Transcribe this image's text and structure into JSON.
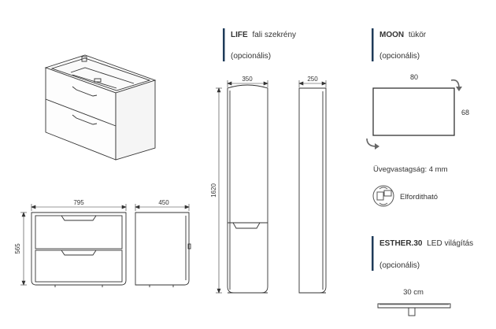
{
  "life": {
    "name": "LIFE",
    "desc": "fali szekrény",
    "option": "(opcionális)",
    "width_dim": "350",
    "depth_dim": "250",
    "height_dim": "1620"
  },
  "moon": {
    "name": "MOON",
    "desc": "tükör",
    "option": "(opcionális)",
    "width_dim": "80",
    "height_dim": "68",
    "glass_thickness": "Üvegvastagság: 4 mm",
    "rotate_label": "Elforditható"
  },
  "esther": {
    "name": "ESTHER.30",
    "desc": "LED világítás",
    "option": "(opcionális)",
    "length": "30 cm"
  },
  "vanity": {
    "width_dim": "795",
    "depth_dim": "450",
    "height_dim": "565"
  },
  "colors": {
    "accent_bar": "#1f3b5a",
    "line": "#333333"
  }
}
